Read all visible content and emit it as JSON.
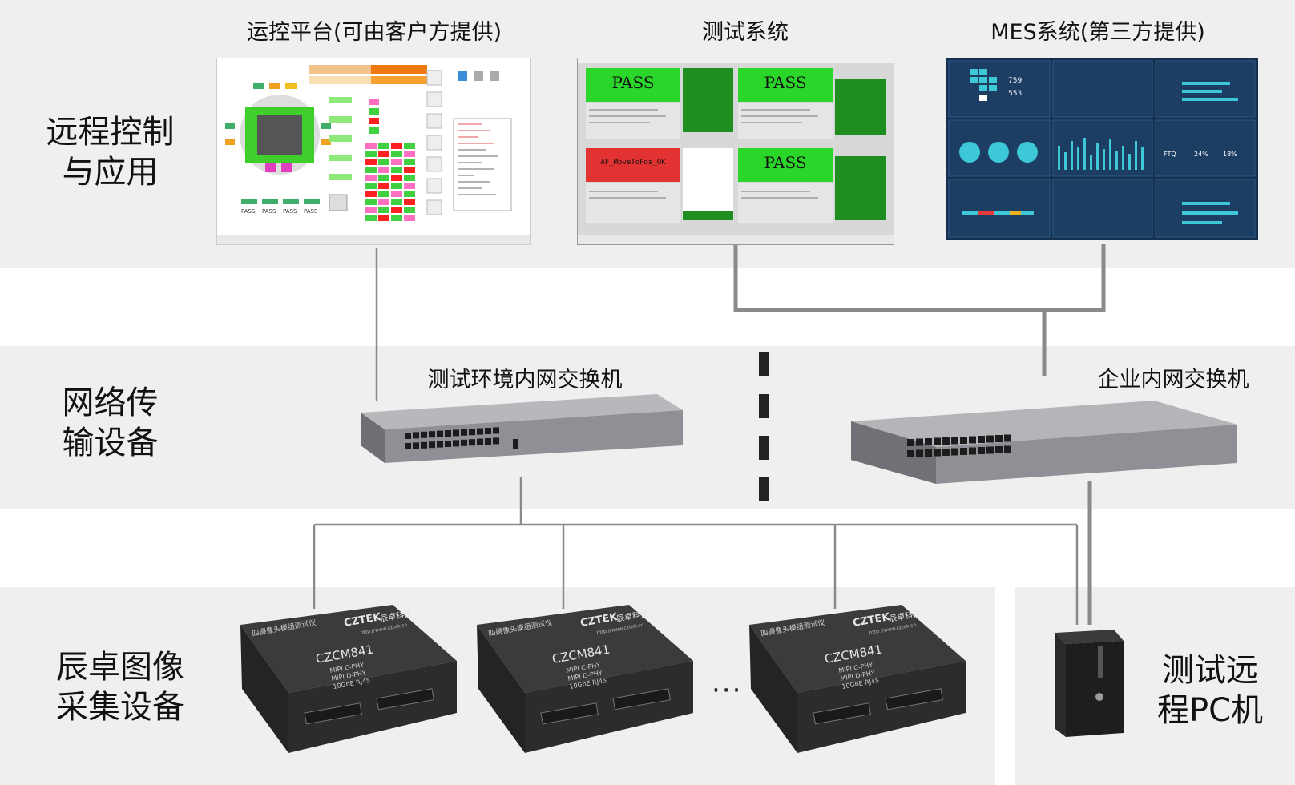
{
  "categories": {
    "remote": "远程控制与应用",
    "remote_lines": [
      "远程控制",
      "与应用"
    ],
    "network_lines": [
      "网络传",
      "输设备"
    ],
    "capture_lines": [
      "辰卓图像",
      "采集设备"
    ],
    "pc_lines": [
      "测试远",
      "程PC机"
    ]
  },
  "captions": {
    "ops_platform": "运控平台(可由客户方提供)",
    "test_system": "测试系统",
    "mes_system": "MES系统(第三方提供)",
    "test_switch": "测试环境内网交换机",
    "corp_switch": "企业内网交换机"
  },
  "test_screen": {
    "panels": [
      "PASS",
      "PASS",
      "AF_MoveToPos_OK",
      "PASS"
    ]
  },
  "ops_screen": {
    "results": [
      "PASS",
      "PASS",
      "PASS",
      "PASS"
    ]
  },
  "mes_screen": {
    "stat1": "759",
    "stat2": "553",
    "ftq": "FTQ",
    "pct1": "24%",
    "pct2": "18%"
  },
  "device": {
    "brand": "CZTEK",
    "brand_cn": "辰卓科技",
    "model": "CZCM841",
    "spec1": "MIPI C-PHY",
    "spec2": "MIPI D-PHY",
    "spec3": "10GbE RJ45",
    "title_cn": "四摄像头模组测试仪",
    "url": "http://www.cztek.cn"
  },
  "ellipsis": "···",
  "colors": {
    "band": "#efefef",
    "line": "#8a8a8a",
    "pass_green": "#2bd62b",
    "fail_red": "#e23232",
    "mes_bg": "#16304f",
    "mes_accent": "#3ec7d6"
  }
}
